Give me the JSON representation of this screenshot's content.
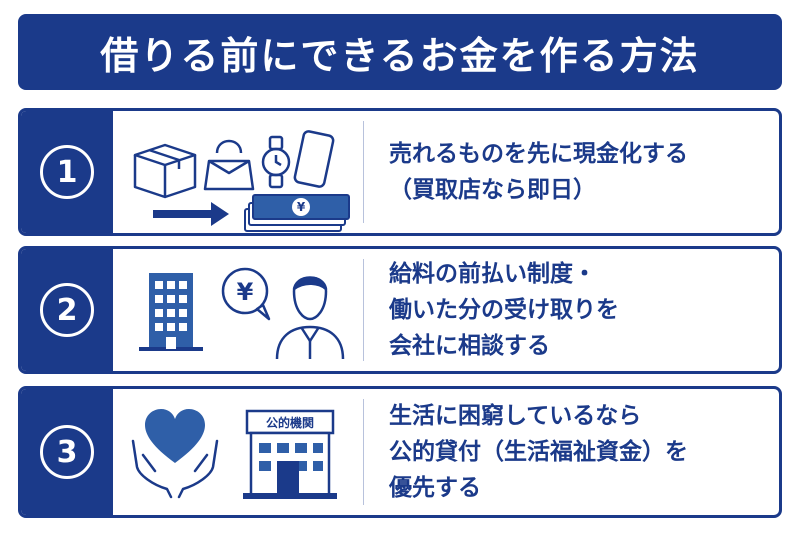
{
  "title": "借りる前にできるお金を作る方法",
  "colors": {
    "primary": "#1b3a8a",
    "accent": "#2f5fa8",
    "background": "#ffffff"
  },
  "rows": [
    {
      "number": "1",
      "icons": [
        "box-icon",
        "handbag-icon",
        "wristwatch-icon",
        "smartphone-icon",
        "arrow-right-icon",
        "yen-banknotes-icon"
      ],
      "yen_symbol": "¥",
      "lines": [
        "売れるものを先に現金化する",
        "（買取店なら即日）"
      ]
    },
    {
      "number": "2",
      "icons": [
        "office-building-icon",
        "yen-speech-bubble-icon",
        "person-icon"
      ],
      "yen_symbol": "¥",
      "lines": [
        "給料の前払い制度・",
        "働いた分の受け取りを",
        "会社に相談する"
      ]
    },
    {
      "number": "3",
      "icons": [
        "heart-in-hands-icon",
        "public-institution-building-icon"
      ],
      "building_sign": "公的機関",
      "lines": [
        "生活に困窮しているなら",
        "公的貸付（生活福祉資金）を",
        "優先する"
      ]
    }
  ]
}
